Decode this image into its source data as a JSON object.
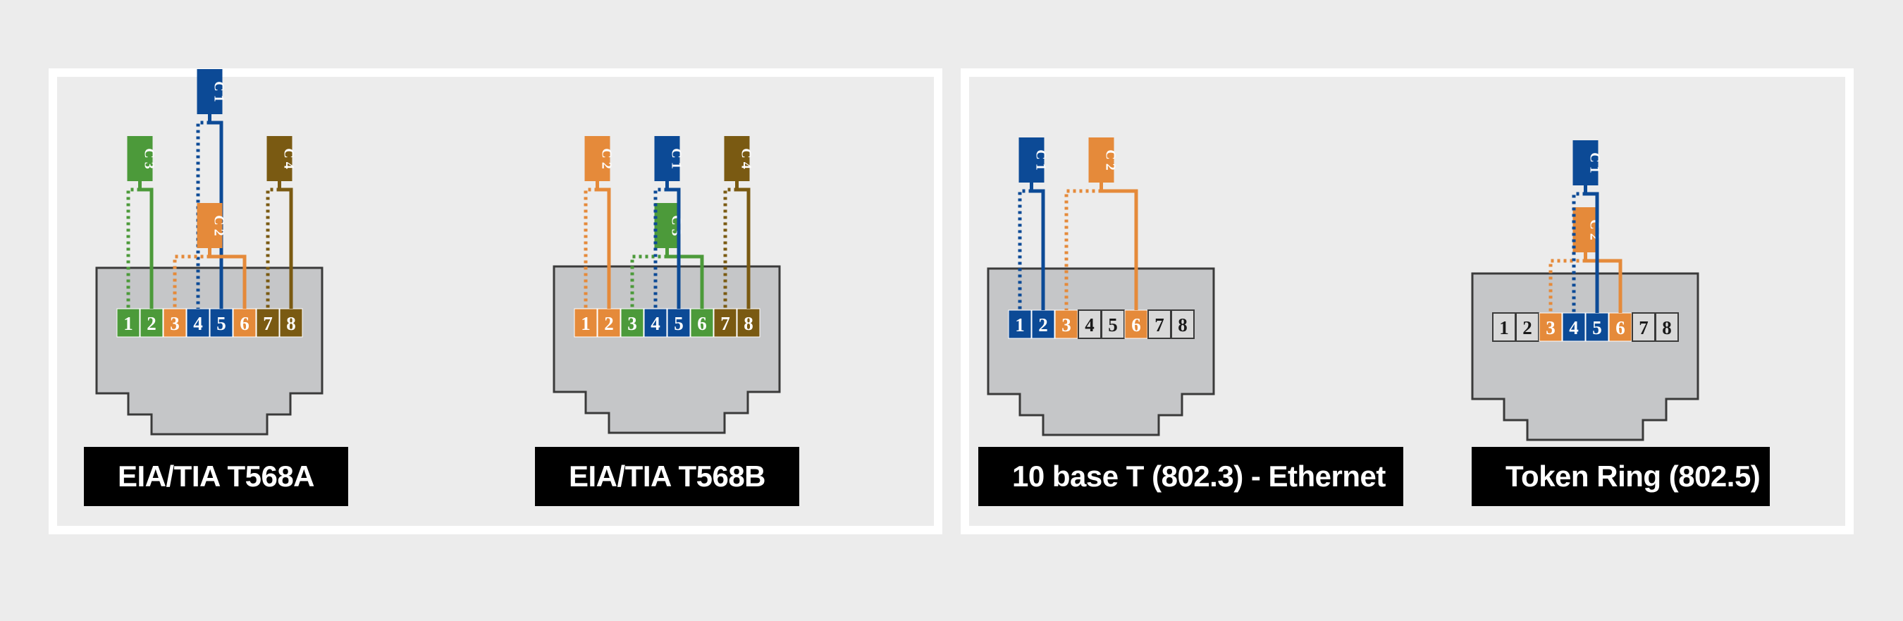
{
  "colors": {
    "background": "#ececec",
    "panel_border": "#ffffff",
    "jack_body": "#c5c6c8",
    "outline": "#3a3a3a",
    "green": "#4c9a3a",
    "orange": "#e58a3a",
    "blue": "#0c4a96",
    "brown": "#7a5a12",
    "caption_bg": "#000000",
    "caption_text": "#ffffff"
  },
  "diagrams": [
    {
      "name": "t568a",
      "caption": "EIA/TIA T568A",
      "pins": [
        {
          "label": "1",
          "color": "green"
        },
        {
          "label": "2",
          "color": "green"
        },
        {
          "label": "3",
          "color": "orange"
        },
        {
          "label": "4",
          "color": "blue"
        },
        {
          "label": "5",
          "color": "blue"
        },
        {
          "label": "6",
          "color": "orange"
        },
        {
          "label": "7",
          "color": "brown"
        },
        {
          "label": "8",
          "color": "brown"
        }
      ],
      "pairs": [
        {
          "label": "C 1",
          "color": "blue",
          "pins": [
            4,
            5
          ]
        },
        {
          "label": "C 2",
          "color": "orange",
          "pins": [
            3,
            6
          ]
        },
        {
          "label": "C 3",
          "color": "green",
          "pins": [
            1,
            2
          ]
        },
        {
          "label": "C 4",
          "color": "brown",
          "pins": [
            7,
            8
          ]
        }
      ]
    },
    {
      "name": "t568b",
      "caption": "EIA/TIA T568B",
      "pins": [
        {
          "label": "1",
          "color": "orange"
        },
        {
          "label": "2",
          "color": "orange"
        },
        {
          "label": "3",
          "color": "green"
        },
        {
          "label": "4",
          "color": "blue"
        },
        {
          "label": "5",
          "color": "blue"
        },
        {
          "label": "6",
          "color": "green"
        },
        {
          "label": "7",
          "color": "brown"
        },
        {
          "label": "8",
          "color": "brown"
        }
      ],
      "pairs": [
        {
          "label": "C 2",
          "color": "orange",
          "pins": [
            1,
            2
          ]
        },
        {
          "label": "C 3",
          "color": "green",
          "pins": [
            3,
            6
          ]
        },
        {
          "label": "C 1",
          "color": "blue",
          "pins": [
            4,
            5
          ]
        },
        {
          "label": "C 4",
          "color": "brown",
          "pins": [
            7,
            8
          ]
        }
      ]
    },
    {
      "name": "ethernet-10baset",
      "caption": "10 base T (802.3) - Ethernet",
      "pins": [
        {
          "label": "1",
          "color": "blue"
        },
        {
          "label": "2",
          "color": "blue"
        },
        {
          "label": "3",
          "color": "orange"
        },
        {
          "label": "4",
          "color": "none"
        },
        {
          "label": "5",
          "color": "none"
        },
        {
          "label": "6",
          "color": "orange"
        },
        {
          "label": "7",
          "color": "none"
        },
        {
          "label": "8",
          "color": "none"
        }
      ],
      "pairs": [
        {
          "label": "C 1",
          "color": "blue",
          "pins": [
            1,
            2
          ]
        },
        {
          "label": "C 2",
          "color": "orange",
          "pins": [
            3,
            6
          ]
        }
      ]
    },
    {
      "name": "token-ring",
      "caption": "Token Ring (802.5)",
      "pins": [
        {
          "label": "1",
          "color": "none"
        },
        {
          "label": "2",
          "color": "none"
        },
        {
          "label": "3",
          "color": "orange"
        },
        {
          "label": "4",
          "color": "blue"
        },
        {
          "label": "5",
          "color": "blue"
        },
        {
          "label": "6",
          "color": "orange"
        },
        {
          "label": "7",
          "color": "none"
        },
        {
          "label": "8",
          "color": "none"
        }
      ],
      "pairs": [
        {
          "label": "C 2",
          "color": "orange",
          "pins": [
            3,
            6
          ]
        },
        {
          "label": "C 1",
          "color": "blue",
          "pins": [
            4,
            5
          ]
        }
      ]
    }
  ]
}
